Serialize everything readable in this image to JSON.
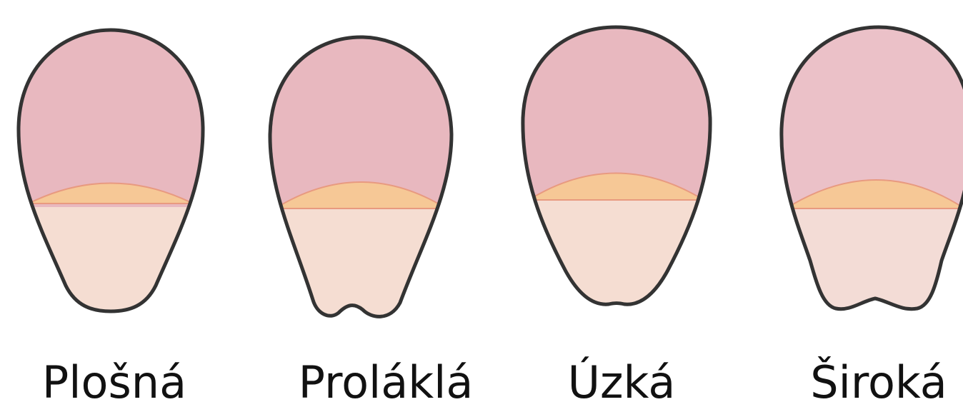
{
  "petals": [
    {
      "id": "plosna",
      "label": "Plošná"
    },
    {
      "id": "prolakla",
      "label": "Proláklá"
    },
    {
      "id": "uzka",
      "label": "Úzká"
    },
    {
      "id": "siroka",
      "label": "Široká"
    }
  ],
  "colors": {
    "upper": "#e8b8bf",
    "nectary": "#f6c896",
    "lower": "#f5ddd2",
    "outline": "#333333",
    "label": "#111111"
  }
}
